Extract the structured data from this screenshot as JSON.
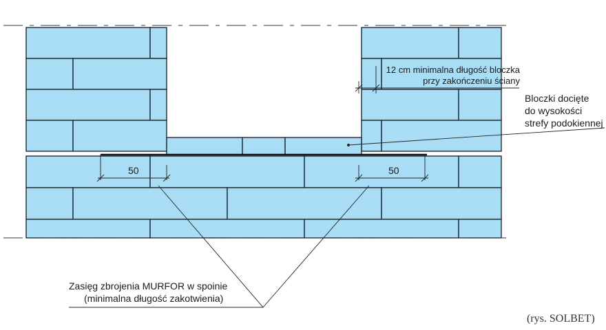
{
  "colors": {
    "block_fill": "#a9dcf5",
    "mortar": "#1f2a33",
    "background": "#ffffff",
    "reinforcement": "#111111"
  },
  "annotations": {
    "min_block_length_line1": "12 cm minimalna długość bloczka",
    "min_block_length_line2": "przy zakończeniu ściany",
    "cut_blocks_line1": "Bloczki docięte",
    "cut_blocks_line2": "do wysokości",
    "cut_blocks_line3": "strefy podokiennej",
    "dim_left": "50",
    "dim_right": "50",
    "reinforcement_line1": "Zasięg zbrojenia MURFOR w spoinie",
    "reinforcement_line2": "(minimalna długość zakotwienia)",
    "credit": "(rys. SOLBET)"
  }
}
